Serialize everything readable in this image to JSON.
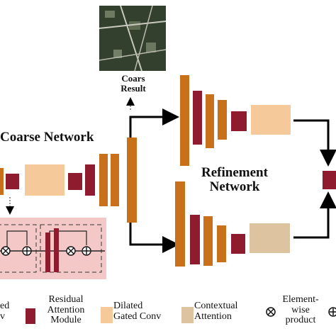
{
  "labels": {
    "coarse_result_line1": "Coars",
    "coarse_result_line2": "Result",
    "coarse_network": "Coarse Network",
    "refinement_line1": "Refinement",
    "refinement_line2": "Network"
  },
  "legend": {
    "cut_item": "ed",
    "cut_item_line2": "v",
    "residual_line1": "Residual",
    "residual_line2": "Attention",
    "residual_line3": "Module",
    "dilated_line1": "Dilated",
    "dilated_line2": "Gated Conv",
    "contextual_line1": "Contextual",
    "contextual_line2": "Attention",
    "element_line1": "Element-",
    "element_line2": "wise",
    "element_line3": "product"
  },
  "colors": {
    "conv_orange": "#c8701a",
    "residual_red": "#8e1b2e",
    "dilated_peach": "#f6c99a",
    "contextual_tan": "#ddc3a0",
    "inset_pink": "#f5c8c8",
    "arrow": "#000000",
    "satellite_dark": "#2f3b2a"
  },
  "icons": {
    "element_wise_product": "circle-x-icon",
    "add_node": "circle-plus-icon"
  }
}
